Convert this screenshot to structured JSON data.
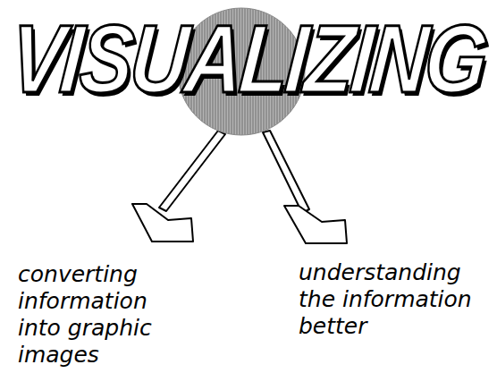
{
  "diagram": {
    "nodes": [
      {
        "text": [
          "VISUALIZING"
        ]
      }
    ],
    "labels": [
      "converting information into graphic images",
      "understanding the information better"
    ]
  }
}
